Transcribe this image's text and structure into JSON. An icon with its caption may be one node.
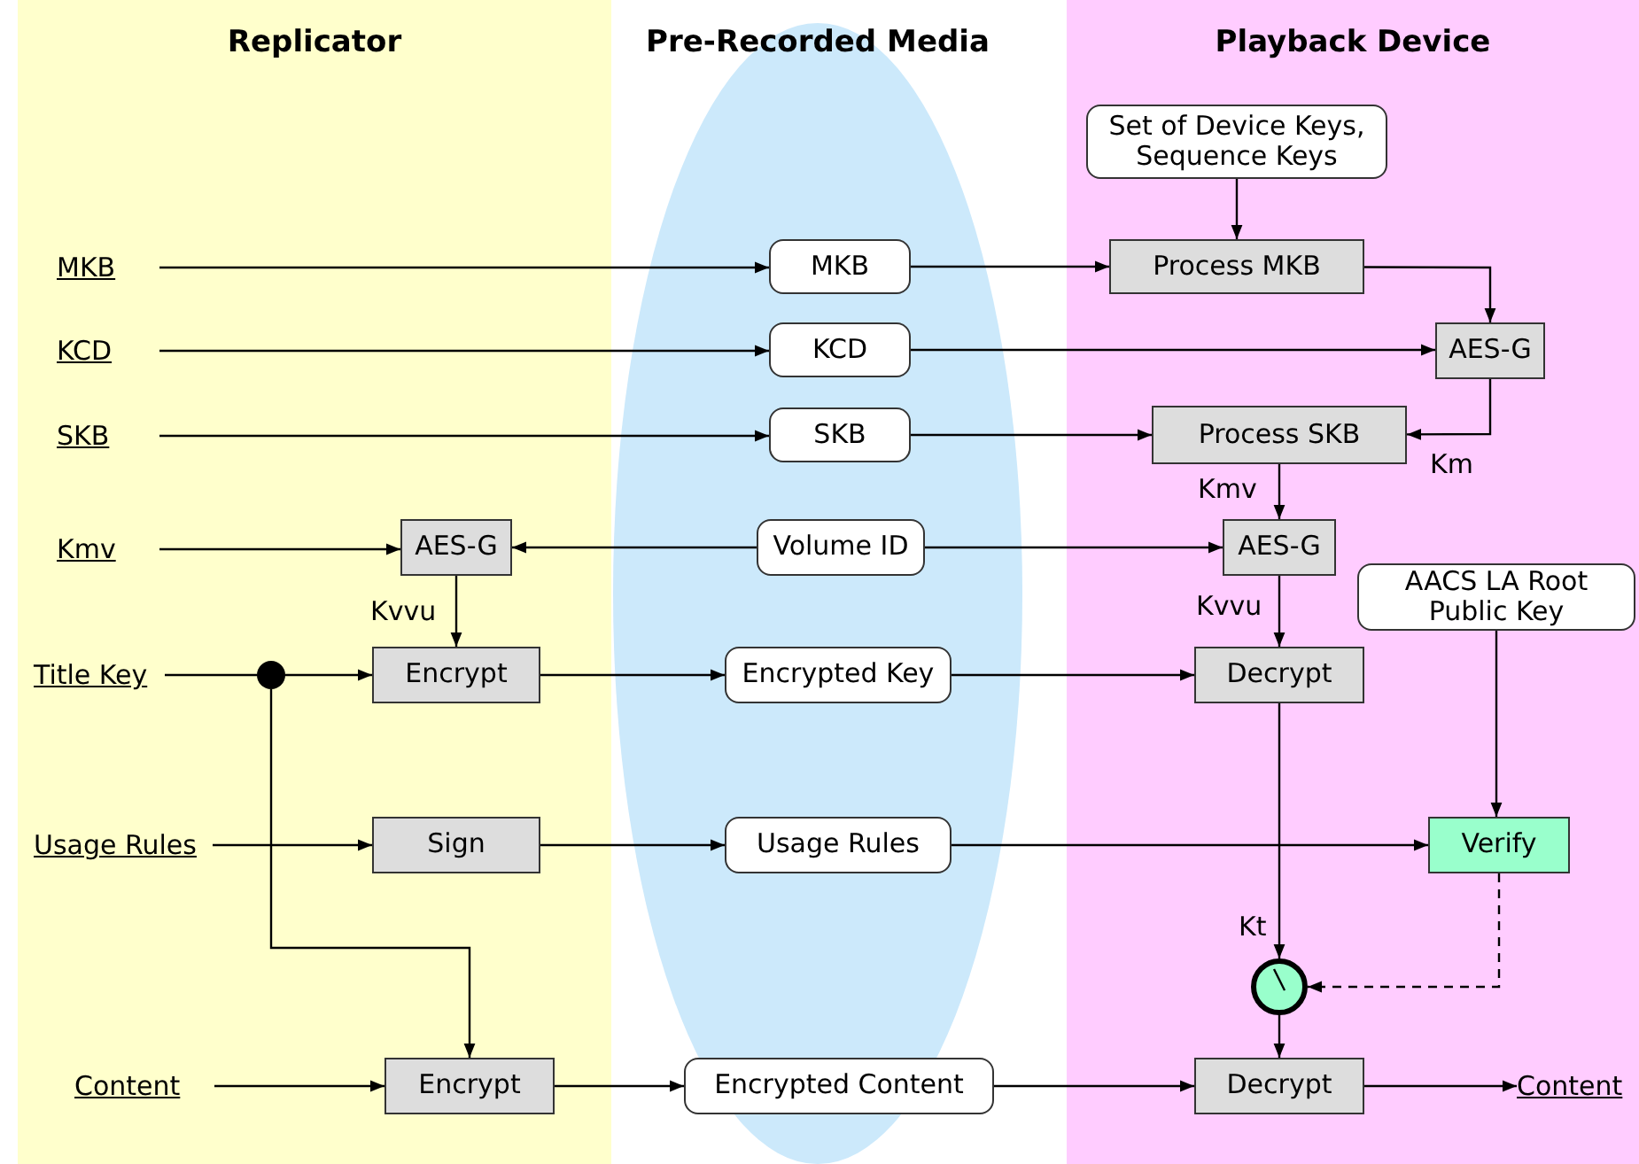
{
  "diagram": {
    "nodes": [
      {
        "text": [
          "Replicator"
        ]
      },
      {
        "text": [
          "Pre-Recorded Media"
        ]
      },
      {
        "text": [
          "Playback Device"
        ]
      },
      {
        "text": [
          "MKB"
        ],
        "in": 0
      },
      {
        "text": [
          "KCD"
        ],
        "in": 0
      },
      {
        "text": [
          "SKB"
        ],
        "in": 0
      },
      {
        "text": [
          "Kmv"
        ],
        "in": 0
      },
      {
        "text": [
          "AES-G"
        ],
        "in": 0
      },
      {
        "text": [
          "Title Key"
        ],
        "in": 0
      },
      {
        "text": [],
        "shape": "circle",
        "in": 0
      },
      {
        "text": [
          "Encrypt"
        ],
        "in": 0
      },
      {
        "text": [
          "Usage Rules"
        ],
        "in": 0
      },
      {
        "text": [
          "Sign"
        ],
        "in": 0
      },
      {
        "text": [
          "Content"
        ],
        "in": 0
      },
      {
        "text": [
          "Encrypt"
        ],
        "in": 0
      },
      {
        "text": [
          "MKB"
        ],
        "in": 1
      },
      {
        "text": [
          "KCD"
        ],
        "in": 1
      },
      {
        "text": [
          "SKB"
        ],
        "in": 1
      },
      {
        "text": [
          "Volume ID"
        ],
        "in": 1
      },
      {
        "text": [
          "Encrypted Key"
        ],
        "in": 1
      },
      {
        "text": [
          "Usage Rules"
        ],
        "in": 1
      },
      {
        "text": [
          "Encrypted Content"
        ],
        "in": 1
      },
      {
        "text": [
          "Set of Device Keys, Sequence Keys"
        ],
        "in": 2
      },
      {
        "text": [
          "Process MKB"
        ],
        "in": 2
      },
      {
        "text": [
          "AES-G"
        ],
        "in": 2
      },
      {
        "text": [
          "Process SKB"
        ],
        "in": 2
      },
      {
        "text": [
          "AES-G"
        ],
        "in": 2
      },
      {
        "text": [
          "AACS LA Root Public Key"
        ],
        "in": 2
      },
      {
        "text": [
          "Decrypt"
        ],
        "in": 2
      },
      {
        "text": [
          "Verify"
        ],
        "in": 2
      },
      {
        "text": [],
        "shape": "circle",
        "in": 2
      },
      {
        "text": [
          "Decrypt"
        ],
        "in": 2
      },
      {
        "text": [
          "Content"
        ],
        "in": 2
      }
    ],
    "edges": [
      {
        "from": 3,
        "to": 15,
        "arrow": "to"
      },
      {
        "from": 4,
        "to": 16,
        "arrow": "to"
      },
      {
        "from": 5,
        "to": 17,
        "arrow": "to"
      },
      {
        "from": 6,
        "to": 7,
        "arrow": "to"
      },
      {
        "from": 15,
        "to": 23,
        "arrow": "to"
      },
      {
        "from": 16,
        "to": 24,
        "arrow": "to"
      },
      {
        "from": 17,
        "to": 25,
        "arrow": "to"
      },
      {
        "from": 18,
        "to": 7,
        "arrow": "to"
      },
      {
        "from": 18,
        "to": 26,
        "arrow": "to"
      },
      {
        "from": 7,
        "to": 10,
        "arrow": "to",
        "label": "Kvvu"
      },
      {
        "from": 8,
        "to": 9,
        "arrow": "none"
      },
      {
        "from": 9,
        "to": 10,
        "arrow": "to"
      },
      {
        "from": 9,
        "to": 14,
        "arrow": "to"
      },
      {
        "from": 10,
        "to": 19,
        "arrow": "to"
      },
      {
        "from": 19,
        "to": 28,
        "arrow": "to"
      },
      {
        "from": 11,
        "to": 12,
        "arrow": "to"
      },
      {
        "from": 12,
        "to": 20,
        "arrow": "to"
      },
      {
        "from": 20,
        "to": 29,
        "arrow": "to"
      },
      {
        "from": 13,
        "to": 14,
        "arrow": "to"
      },
      {
        "from": 14,
        "to": 21,
        "arrow": "to"
      },
      {
        "from": 21,
        "to": 31,
        "arrow": "to"
      },
      {
        "from": 31,
        "to": 32,
        "arrow": "to"
      },
      {
        "from": 22,
        "to": 23,
        "arrow": "to"
      },
      {
        "from": 23,
        "to": 24,
        "arrow": "to"
      },
      {
        "from": 24,
        "to": 25,
        "arrow": "to",
        "label": "Km"
      },
      {
        "from": 25,
        "to": 26,
        "arrow": "to",
        "label": "Kmv"
      },
      {
        "from": 26,
        "to": 28,
        "arrow": "to",
        "label": "Kvvu"
      },
      {
        "from": 27,
        "to": 29,
        "arrow": "to"
      },
      {
        "from": 28,
        "to": 30,
        "arrow": "to",
        "label": "Kt"
      },
      {
        "from": 29,
        "to": 30,
        "arrow": "to",
        "style": "dashed"
      },
      {
        "from": 30,
        "to": 31,
        "arrow": "to"
      }
    ]
  }
}
